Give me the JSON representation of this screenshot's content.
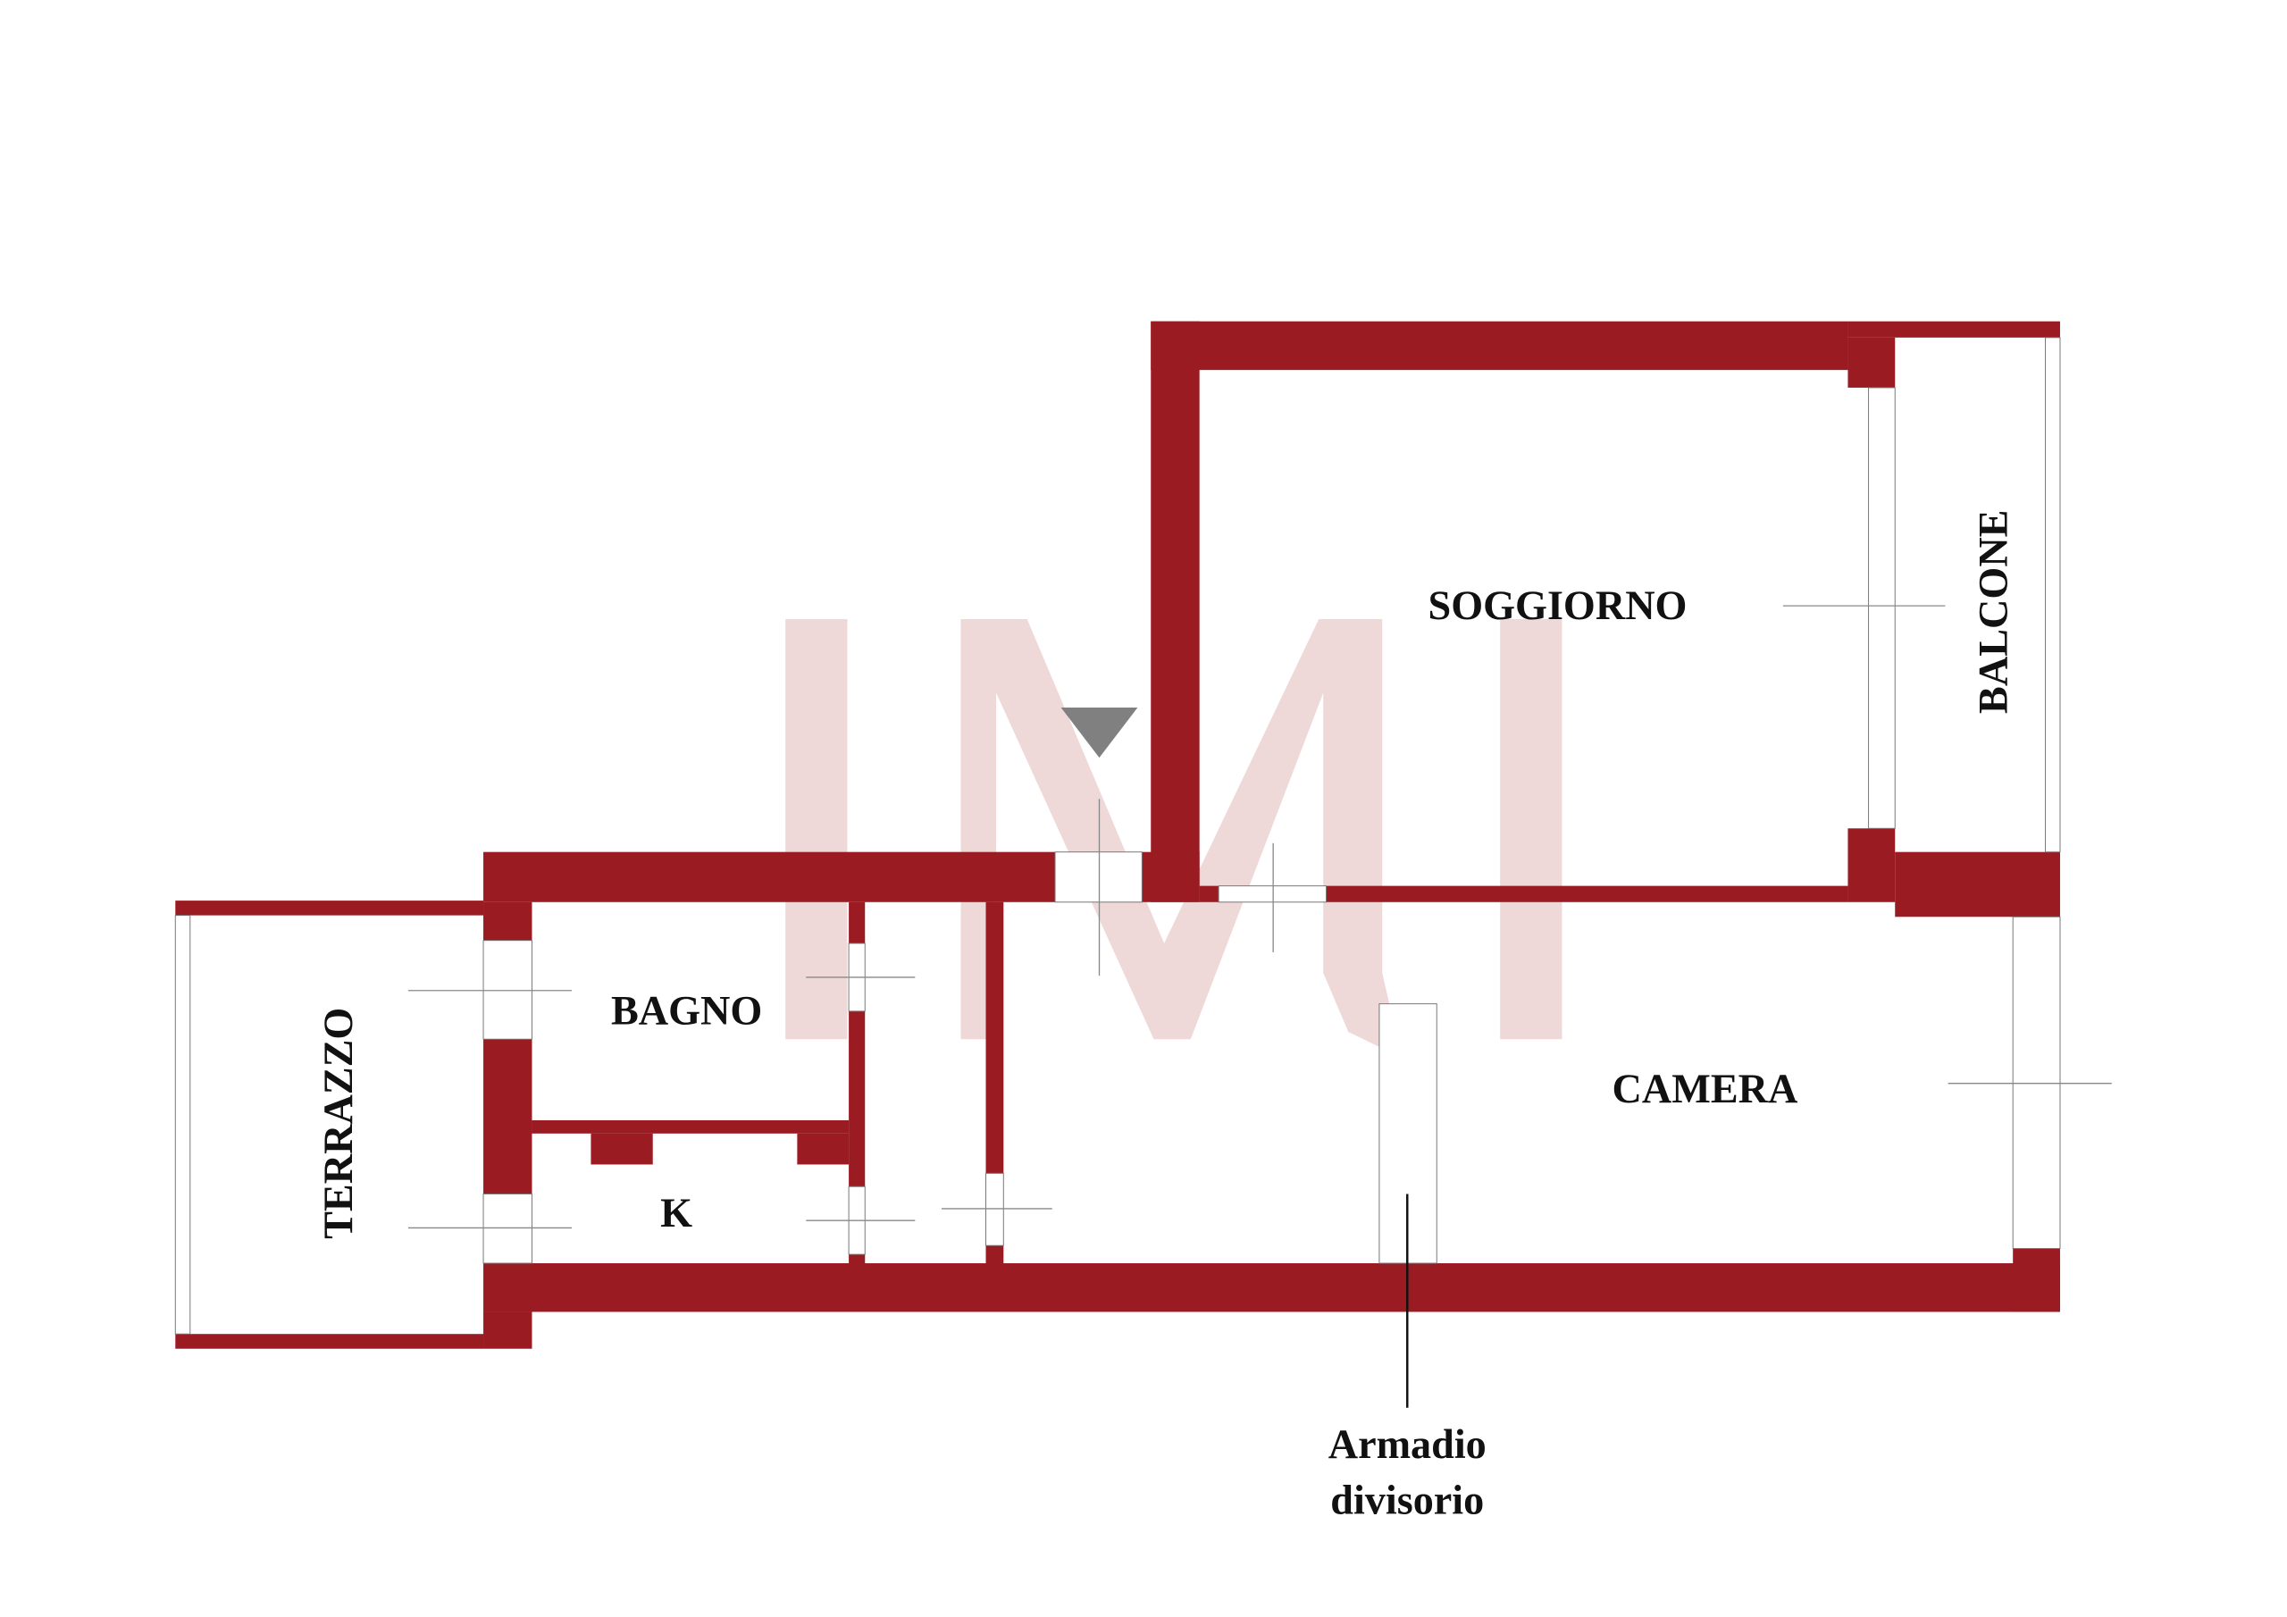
{
  "plan": {
    "wall_color": "#9b1b22",
    "watermark_color": "#efd8d8",
    "watermark_text": "IMI",
    "entrance_marker_color": "#808080",
    "rooms": {
      "soggiorno": "SOGGIORNO",
      "balcone": "BALCONE",
      "bagno": "BAGNO",
      "k": "K",
      "terrazzo": "TERRAZZO",
      "camera": "CAMERA"
    },
    "annotation": {
      "line1": "Armadio",
      "line2": "divisorio"
    }
  }
}
